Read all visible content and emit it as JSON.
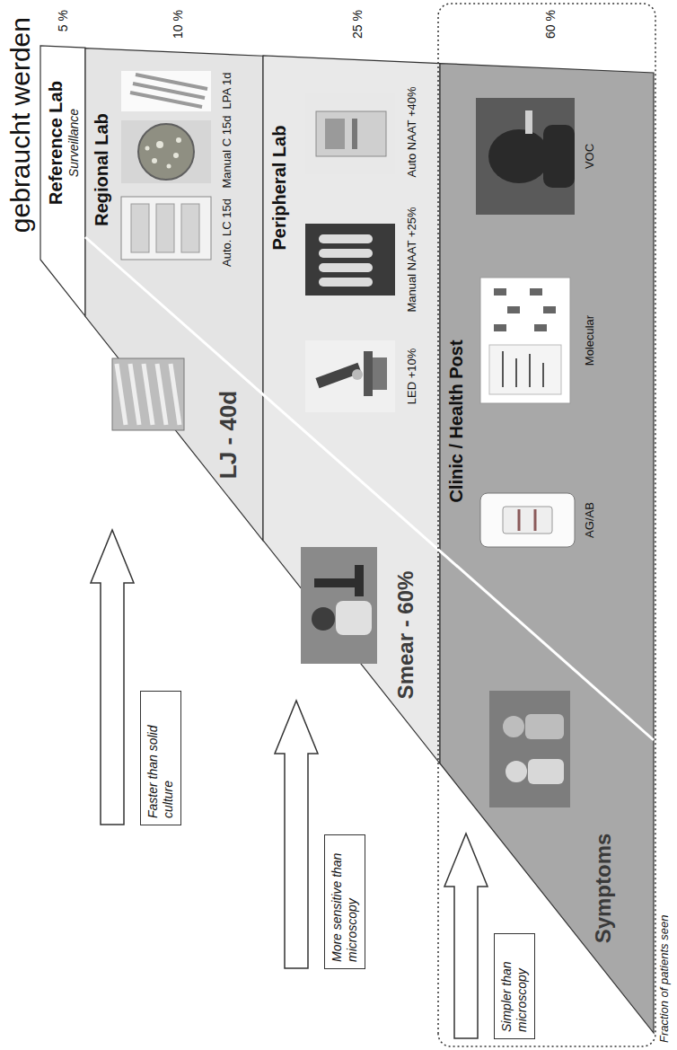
{
  "diagram": {
    "title": "gebraucht werden",
    "nodes": [
      {
        "text": [
          "Reference Lab",
          "Surveillance"
        ]
      },
      {
        "text": [
          "Regional Lab"
        ]
      },
      {
        "text": [
          "Peripheral Lab"
        ]
      },
      {
        "text": [
          "Clinic / Health Post"
        ]
      },
      {
        "text": [
          "Faster than solid culture"
        ]
      },
      {
        "text": [
          "More sensitive than microscopy"
        ]
      },
      {
        "text": [
          "Simpler than microscopy"
        ]
      }
    ],
    "labels": [
      "LJ - 40d",
      "Auto. LC 15d",
      "Manual C 15d",
      "LPA 1d",
      "Smear - 60%",
      "LED +10%",
      "Manual NAAT +25%",
      "Auto NAAT +40%",
      "Symptoms",
      "AG/AB",
      "Molecular",
      "VOC",
      "5 %",
      "10 %",
      "25 %",
      "60 %",
      "Fraction of patients seen"
    ]
  }
}
